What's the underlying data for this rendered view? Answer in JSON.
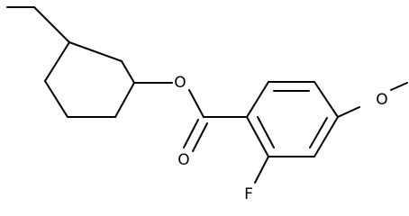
{
  "structure": {
    "atom_labels": {
      "ester_oxygen": "O",
      "carbonyl_oxygen": "O",
      "methoxy_oxygen": "O",
      "fluorine": "F"
    },
    "colors": {
      "background": "#ffffff",
      "bond": "#000000",
      "text": "#000000"
    }
  }
}
